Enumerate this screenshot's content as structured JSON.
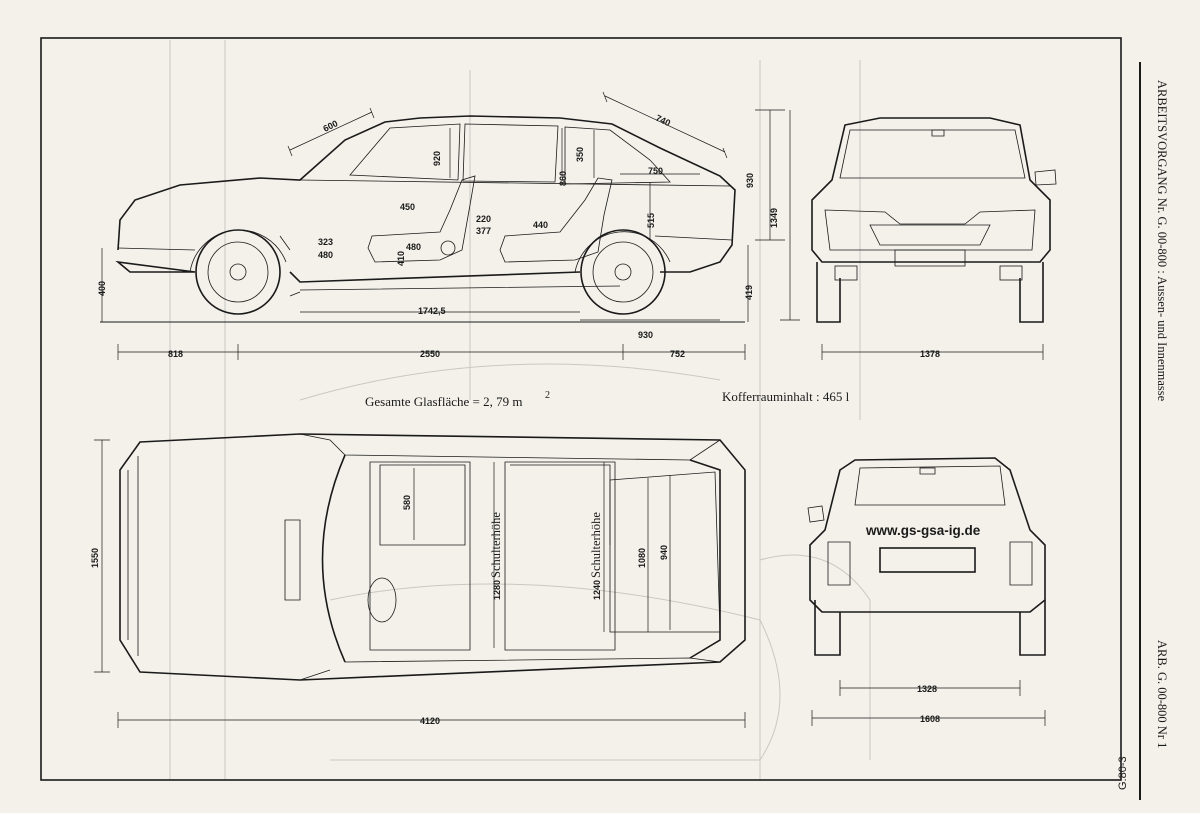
{
  "side_view": {
    "dims": {
      "windshield_len": "600",
      "roof_rear_len": "740",
      "front_headroom": "920",
      "rear_headroom": "860",
      "trunk_height": "350",
      "rear_seat_back": "750",
      "overall_height_upper": "930",
      "overall_height": "1349",
      "front_legroom": "450",
      "seat_gap": "220",
      "rear_knee": "377",
      "rear_legroom": "440",
      "trunk_depth": "515",
      "front_seat_h1": "323",
      "front_seat_h2": "480",
      "front_seat_len": "480",
      "seat_height": "410",
      "sill_height": "400",
      "rear_sill": "419",
      "interior_length": "1742,5",
      "rear_axle_to_trunk": "930",
      "front_overhang": "818",
      "wheelbase": "2550",
      "rear_overhang": "752"
    }
  },
  "front_view": {
    "track_front": "1378"
  },
  "notes": {
    "glass_label": "Gesamte Glasfläche = 2, 79 m",
    "glass_exp": "2",
    "trunk_label": "Kofferrauminhalt : 465 l"
  },
  "top_view": {
    "dims": {
      "body_width": "1550",
      "front_seat_depth": "580",
      "front_shoulder": "1280",
      "front_shoulder_label": "Schulterhöhe",
      "rear_shoulder": "1240",
      "rear_shoulder_label": "Schulterhöhe",
      "trunk_len": "1080",
      "trunk_width": "940",
      "overall_length": "4120"
    }
  },
  "rear_view": {
    "watermark": "www.gs-gsa-ig.de",
    "track_rear": "1328",
    "overall_width": "1608"
  },
  "side_text": {
    "title": "ARBEITSVORGANG Nr. G. 00-800 : Aussen- und Innenmasse",
    "ref": "ARB. G. 00-800 Nr 1"
  },
  "page_code": "G.80-3"
}
